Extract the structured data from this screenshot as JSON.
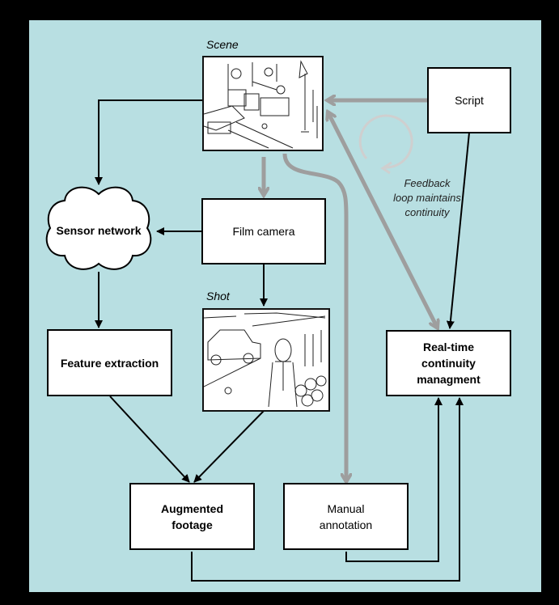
{
  "title": "Real-time continuity management pipeline",
  "nodes": {
    "scene": {
      "caption": "Scene",
      "image": "film-set-sketch"
    },
    "shot": {
      "caption": "Shot",
      "image": "street-shot-sketch"
    },
    "script": {
      "label": "Script"
    },
    "sensor_network": {
      "label": "Sensor network",
      "shape": "cloud"
    },
    "film_camera": {
      "label": "Film camera"
    },
    "feature_extraction": {
      "label": "Feature extraction"
    },
    "augmented_footage": {
      "label_line1": "Augmented",
      "label_line2": "footage"
    },
    "manual_annotation": {
      "label_line1": "Manual",
      "label_line2": "annotation"
    },
    "realtime_continuity": {
      "label_line1": "Real-time",
      "label_line2": "continuity",
      "label_line3": "managment"
    }
  },
  "annotation": {
    "feedback_line1": "Feedback",
    "feedback_line2": "loop maintains",
    "feedback_line3": "continuity"
  },
  "edges": [
    {
      "from": "scene",
      "to": "sensor_network",
      "style": "black"
    },
    {
      "from": "scene",
      "to": "film_camera",
      "style": "gray"
    },
    {
      "from": "scene",
      "to": "manual_annotation",
      "style": "gray"
    },
    {
      "from": "script",
      "to": "scene",
      "style": "gray"
    },
    {
      "from": "script",
      "to": "realtime_continuity",
      "style": "black"
    },
    {
      "from": "realtime_continuity",
      "to": "scene",
      "style": "gray",
      "bidirectional": true
    },
    {
      "from": "film_camera",
      "to": "sensor_network",
      "style": "black"
    },
    {
      "from": "film_camera",
      "to": "shot",
      "style": "black"
    },
    {
      "from": "sensor_network",
      "to": "feature_extraction",
      "style": "black"
    },
    {
      "from": "feature_extraction",
      "to": "augmented_footage",
      "style": "black"
    },
    {
      "from": "shot",
      "to": "augmented_footage",
      "style": "black"
    },
    {
      "from": "manual_annotation",
      "to": "realtime_continuity",
      "style": "black"
    },
    {
      "from": "augmented_footage",
      "to": "realtime_continuity",
      "style": "black"
    }
  ],
  "colors": {
    "background": "#b8dfe2",
    "gray_arrow": "#9e9e9e",
    "feedback_loop": "#cfcfcf"
  }
}
